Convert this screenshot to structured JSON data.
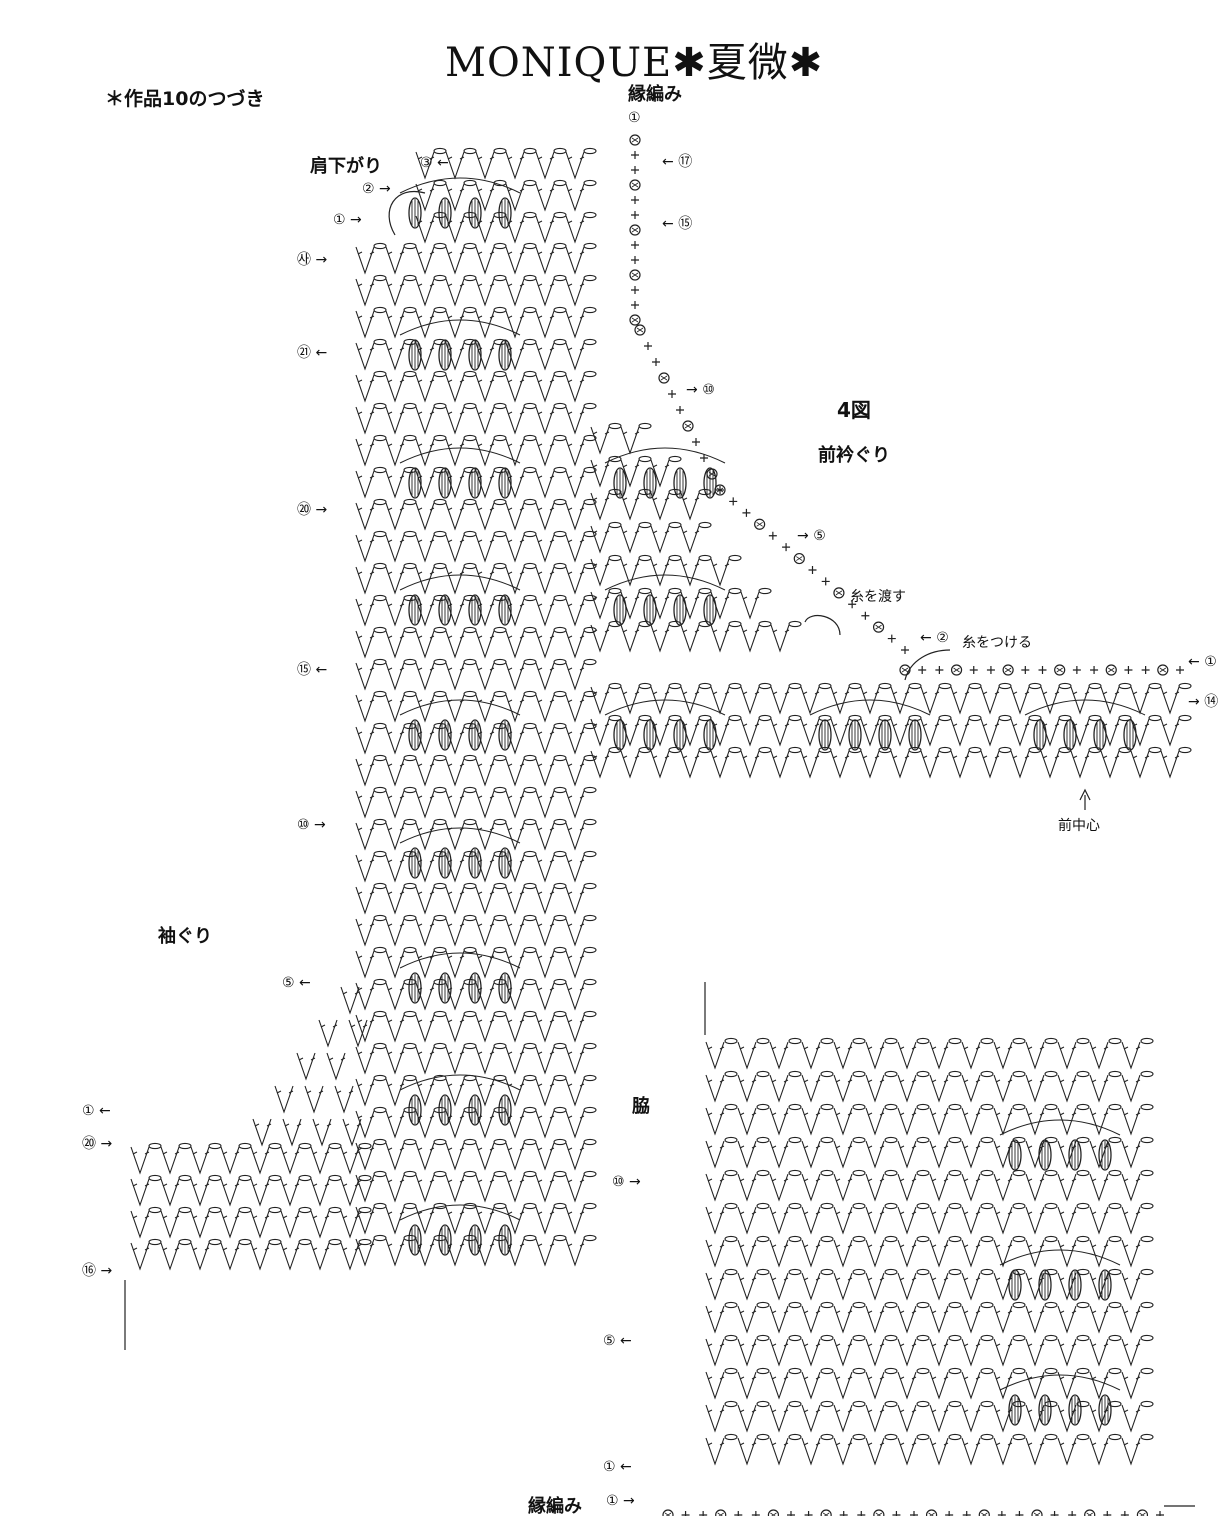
{
  "title": "MONIQUE✱夏微✱",
  "subtitle": "＊作品10のつづき",
  "figure_label": "4図",
  "labels": {
    "edging_top": "縁編み",
    "shoulder": "肩下がり",
    "front_neck": "前衿ぐり",
    "carry_yarn": "糸を渡す",
    "attach_yarn": "糸をつける",
    "front_center": "前中心",
    "armhole": "袖ぐり",
    "side": "脇",
    "edging_bottom": "縁編み"
  },
  "row_markers": {
    "shoulder_1": "①",
    "shoulder_2": "②",
    "shoulder_3": "③",
    "r28": "㉴",
    "r25": "㉑",
    "r20": "⑳",
    "r15": "⑮",
    "r10": "⑩",
    "r5": "⑤",
    "sleeve_1": "①",
    "sleeve_20": "⑳",
    "sleeve_16": "⑯",
    "edge_1": "①",
    "edge_17": "⑰",
    "edge_15": "⑮",
    "edge_10": "⑩",
    "edge_5": "⑤",
    "neck_2": "②",
    "neck_1": "①",
    "neck_14": "⑭",
    "side_10": "⑩",
    "side_5": "⑤",
    "side_1": "①",
    "bottom_1": "①"
  }
}
